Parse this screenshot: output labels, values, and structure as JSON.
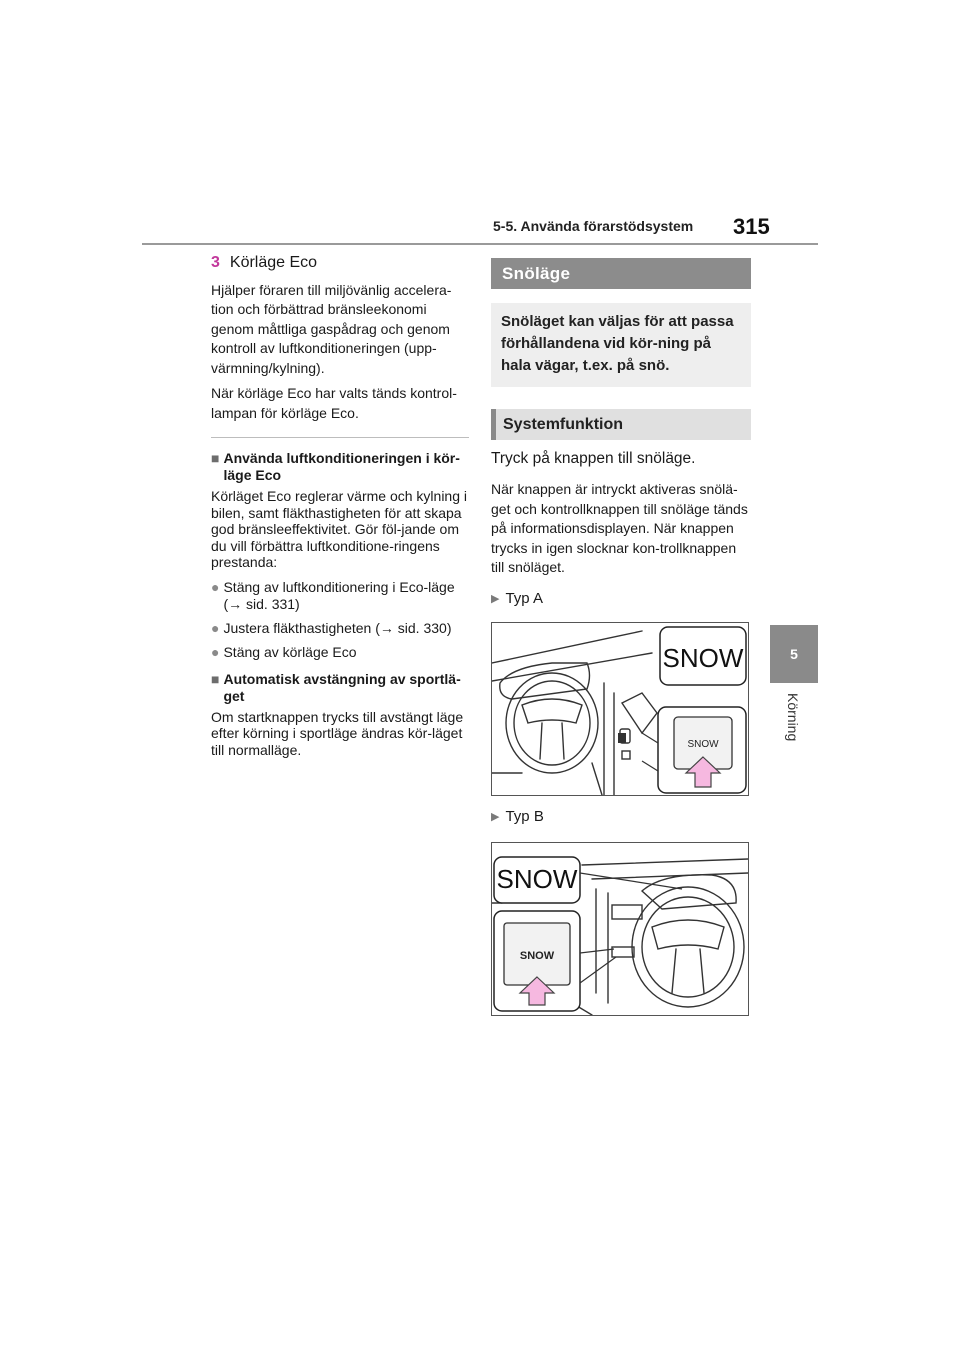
{
  "header": {
    "section_title": "5-5. Använda förarstödsystem",
    "page_number": "315"
  },
  "side_tab": {
    "chapter_number": "5",
    "chapter_label": "Körning"
  },
  "left_column": {
    "heading_number": "3",
    "heading_text": "Körläge Eco",
    "para1": "Hjälper föraren till miljövänlig accelera-tion och förbättrad bränsleekonomi genom måttliga gaspådrag och genom kontroll av luftkonditioneringen (upp-värmning/kylning).",
    "para2": "När körläge Eco har valts tänds kontrol-lampan för körläge Eco.",
    "sub1_marker": "■",
    "sub1_title": "Använda luftkonditioneringen i kör-läge Eco",
    "sub1_body": "Körläget Eco reglerar värme och kylning i bilen, samt fläkthastigheten för att skapa god bränsleeffektivitet. Gör föl-jande om du vill förbättra luftkonditione-ringens prestanda:",
    "bullet_marker": "●",
    "bullets": [
      "Stäng av luftkonditionering i Eco-läge (→ sid. 331)",
      "Justera fläkthastigheten (→ sid. 330)",
      "Stäng av körläge Eco"
    ],
    "sub2_marker": "■",
    "sub2_title": "Automatisk avstängning av sportlä-get",
    "sub2_body": "Om startknappen trycks till avstängt läge efter körning i sportläge ändras kör-läget till normalläge."
  },
  "right_column": {
    "band_title": "Snöläge",
    "callout_text": "Snöläget kan väljas för att passa förhållandena vid kör-ning på hala vägar, t.ex. på snö.",
    "subsection_title": "Systemfunktion",
    "lead_text": "Tryck på knappen till snöläge.",
    "para": "När knappen är intryckt aktiveras snölä-get och kontrollknappen till snöläge tänds på informationsdisplayen. När knappen trycks in igen slocknar kon-trollknappen till snöläget.",
    "type_marker": "▶",
    "type_a_label": "Typ A",
    "type_b_label": "Typ B",
    "snow_label": "SNOW"
  },
  "colors": {
    "accent_magenta": "#c2379b",
    "band_gray": "#8c8c8c",
    "arrow_pink": "#f6b8e0"
  }
}
